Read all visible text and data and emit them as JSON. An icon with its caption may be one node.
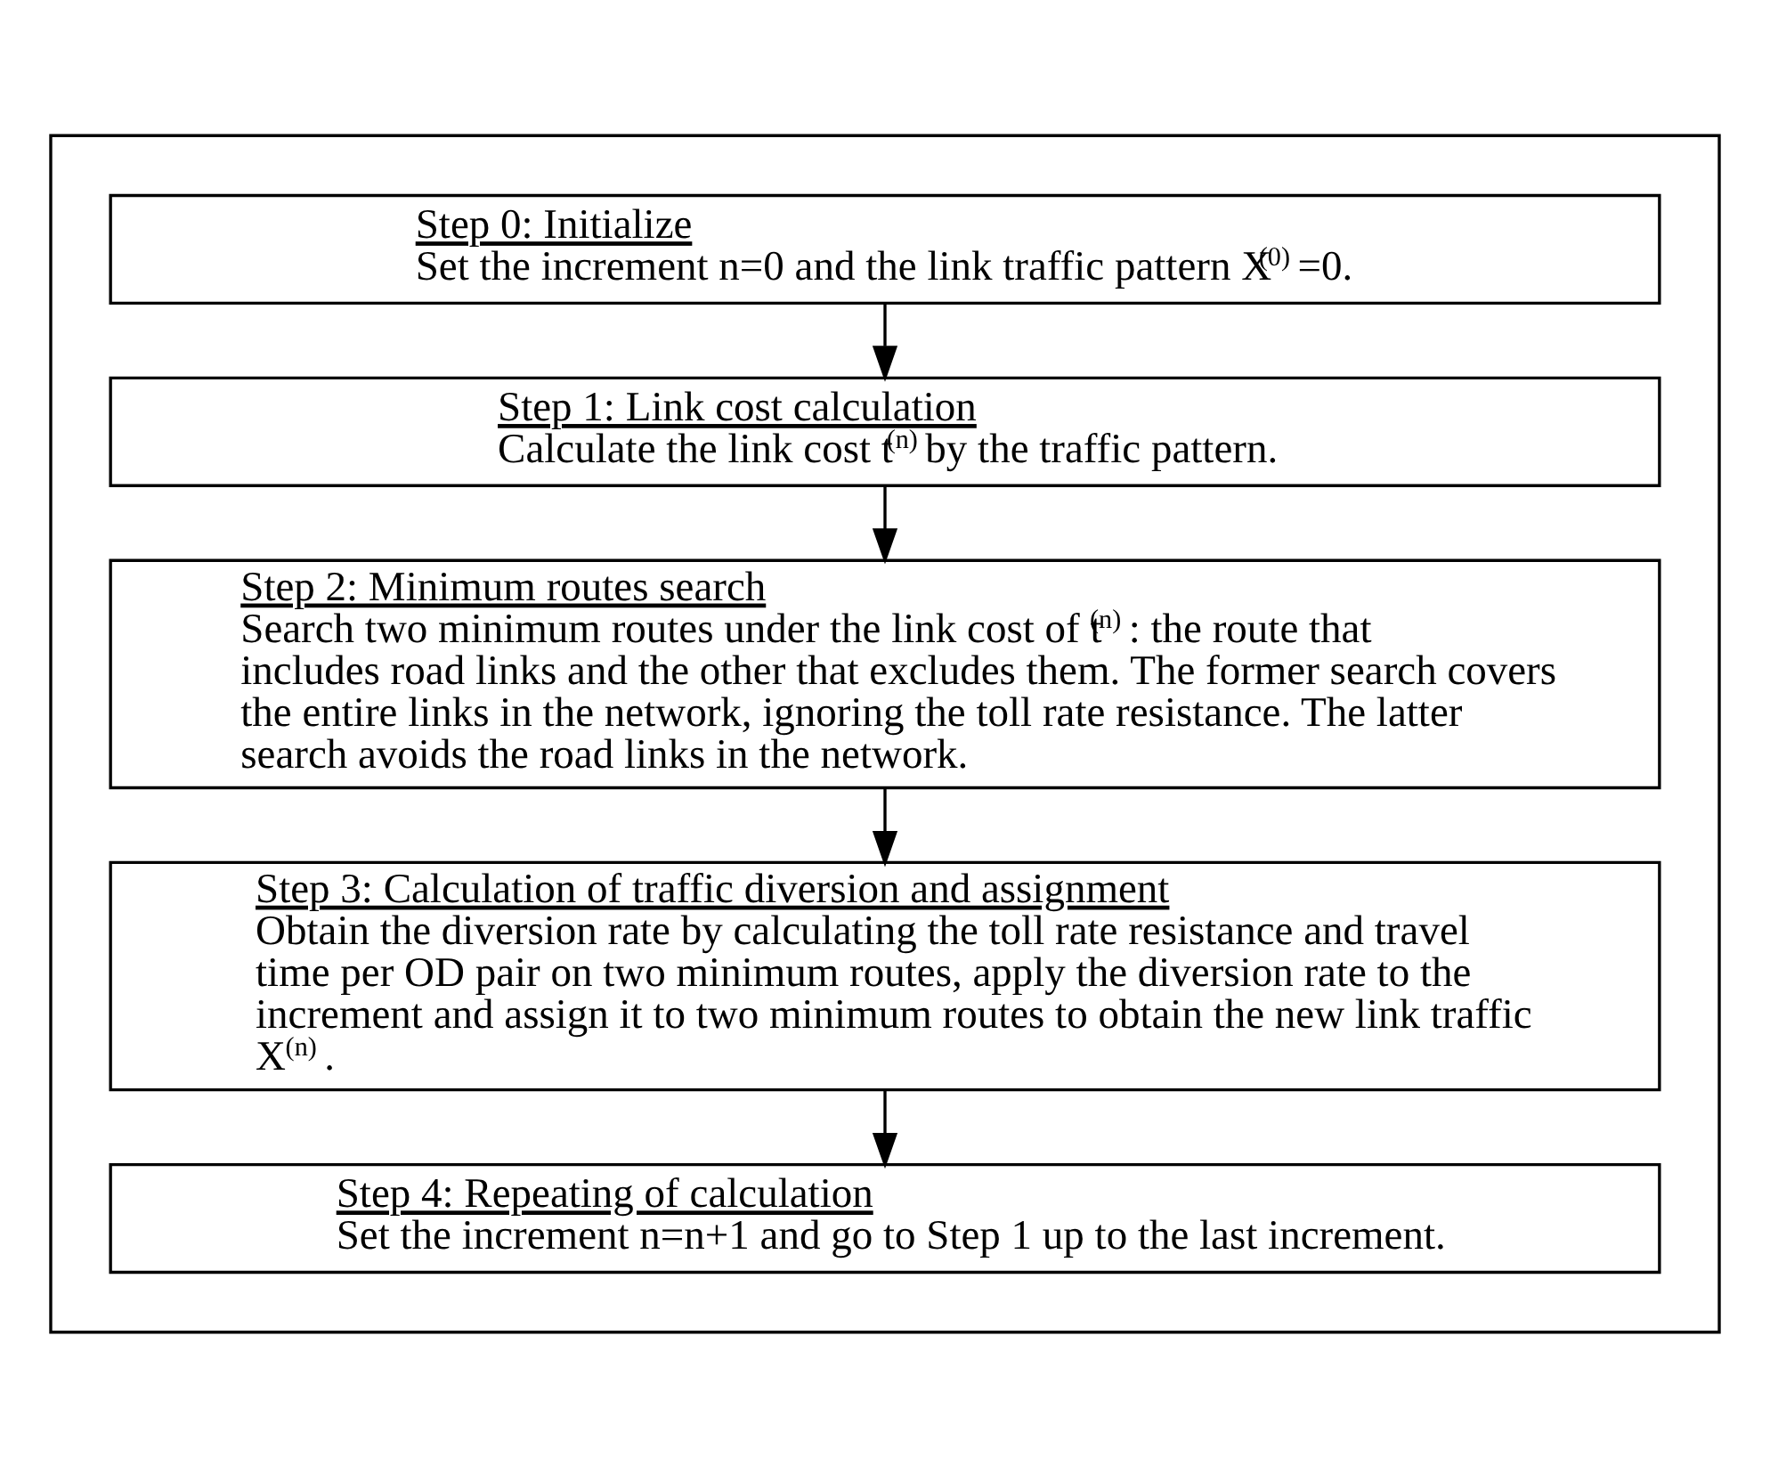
{
  "diagram": {
    "nodes": [
      {
        "text": [],
        "shape": "box"
      },
      {
        "text": [
          "Step 0: Initialize",
          "Set the increment n=0 and the link traffic pattern X$^{(0)}$=0."
        ],
        "in": 0
      },
      {
        "text": [
          "Step 1: Link cost calculation",
          "Calculate the link cost t$^{(n)}$ by the traffic pattern."
        ],
        "in": 0
      },
      {
        "text": [
          "Step 2: Minimum routes search",
          "Search two minimum routes under the link cost of t$^{(n)}$ : the route that includes road links and the other that excludes them. The former search covers the entire links in the network, ignoring the toll rate resistance. The latter search avoids the road links in the network."
        ],
        "in": 0
      },
      {
        "text": [
          "Step 3: Calculation of traffic diversion and assignment",
          "Obtain the diversion rate by calculating the toll rate resistance and travel time per OD pair on two minimum routes, apply the diversion rate to the increment and assign it to two minimum routes to obtain the new link traffic X$^{(n)}$."
        ],
        "in": 0
      },
      {
        "text": [
          "Step 4: Repeating of calculation",
          "Set the increment n=n+1 and go to Step 1 up to the last increment."
        ],
        "in": 0
      }
    ],
    "edges": [
      {
        "from": 1,
        "to": 2,
        "arrow": "to"
      },
      {
        "from": 2,
        "to": 3,
        "arrow": "to"
      },
      {
        "from": 3,
        "to": 4,
        "arrow": "to"
      },
      {
        "from": 4,
        "to": 5,
        "arrow": "to"
      }
    ]
  }
}
